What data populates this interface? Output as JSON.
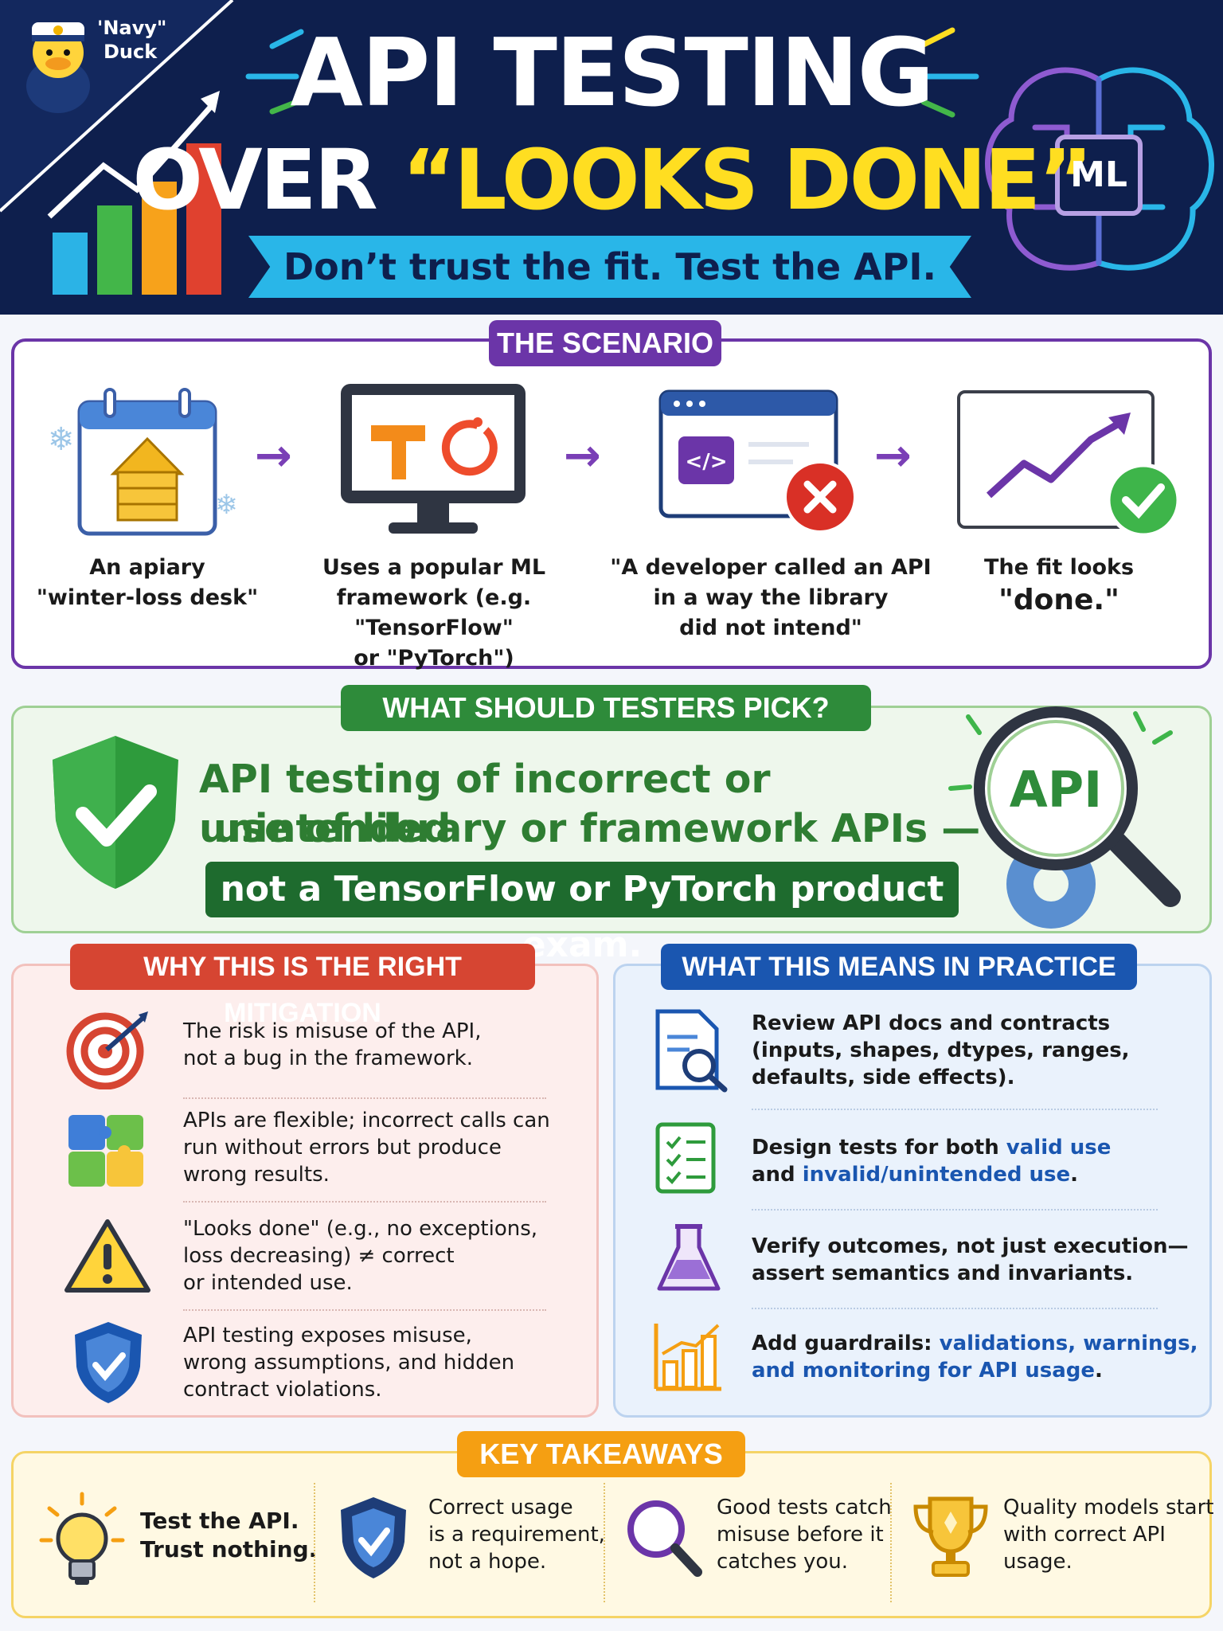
{
  "header": {
    "mascot_label_line1": "'Navy\"",
    "mascot_label_line2": "Duck",
    "title_line1": "API TESTING",
    "title_line2_prefix": "OVER ",
    "title_line2_highlight": "“LOOKS DONE”",
    "banner": "Don’t trust the fit. Test the API.",
    "ml_badge": "ML"
  },
  "scenario": {
    "heading": "THE SCENARIO",
    "steps": [
      {
        "icon": "beehive-calendar-icon",
        "line1": "An apiary",
        "line2": "\"winter-loss desk\"",
        "line3": ""
      },
      {
        "icon": "ml-frameworks-monitor-icon",
        "line1": "Uses a popular ML",
        "line2": "framework (e.g. \"TensorFlow\"",
        "line3": "or \"PyTorch\")"
      },
      {
        "icon": "code-window-error-icon",
        "line1": "\"A developer called an API",
        "line2": "in a way the library",
        "line3": "did not intend\""
      },
      {
        "icon": "chart-check-icon",
        "line1": "The fit looks",
        "line2": "\"done.\"",
        "line3": ""
      }
    ]
  },
  "testers": {
    "heading": "WHAT SHOULD TESTERS PICK?",
    "line1": "API testing of incorrect or unintended",
    "line2": "use of library or framework APIs —",
    "line3": "not a TensorFlow or PyTorch product exam.",
    "magnifier_label": "API"
  },
  "why": {
    "heading": "WHY THIS IS THE RIGHT MITIGATION",
    "items": [
      {
        "icon": "target-icon",
        "l1": "The risk is misuse of the API,",
        "l2": "not a bug in the framework.",
        "l3": ""
      },
      {
        "icon": "puzzle-icon",
        "l1": "APIs are flexible; incorrect calls can",
        "l2": "run without errors but produce",
        "l3": "wrong results."
      },
      {
        "icon": "warning-icon",
        "l1": "\"Looks done\" (e.g., no exceptions,",
        "l2": "loss decreasing) ≠ correct",
        "l3": "or intended use."
      },
      {
        "icon": "shield-check-icon",
        "l1": "API testing exposes misuse,",
        "l2": "wrong assumptions, and hidden",
        "l3": "contract violations."
      }
    ]
  },
  "practice": {
    "heading": "WHAT THIS MEANS IN PRACTICE",
    "item1": {
      "l1": "Review API docs and contracts",
      "l2": "(inputs, shapes, dtypes, ranges,",
      "l3": "defaults, side effects)."
    },
    "item2": {
      "a": "Design tests for both ",
      "b": "valid use",
      "c": "and ",
      "d": "invalid/unintended use",
      "e": "."
    },
    "item3": {
      "l1": "Verify outcomes, not just execution—",
      "l2": "assert semantics and invariants."
    },
    "item4": {
      "a": "Add guardrails: ",
      "b": "validations, warnings,",
      "c": "and monitoring for API usage",
      "d": "."
    }
  },
  "takeaways": {
    "heading": "KEY TAKEAWAYS",
    "items": [
      {
        "icon": "lightbulb-icon",
        "l1": "Test the API.",
        "l2": "Trust nothing.",
        "l3": ""
      },
      {
        "icon": "shield-check-icon",
        "l1": "Correct usage",
        "l2": "is a requirement,",
        "l3": "not a hope."
      },
      {
        "icon": "magnifier-icon",
        "l1": "Good tests catch",
        "l2": "misuse before it",
        "l3": "catches you."
      },
      {
        "icon": "trophy-icon",
        "l1": "Quality models start",
        "l2": "with correct API",
        "l3": "usage."
      }
    ]
  },
  "colors": {
    "navy": "#0e1f4d",
    "yellow": "#ffde21",
    "cyan": "#29b6e8",
    "purple": "#6b35a8",
    "green": "#2e8b3a",
    "red": "#d64532",
    "blue": "#1a56b0",
    "orange": "#f59f12"
  }
}
